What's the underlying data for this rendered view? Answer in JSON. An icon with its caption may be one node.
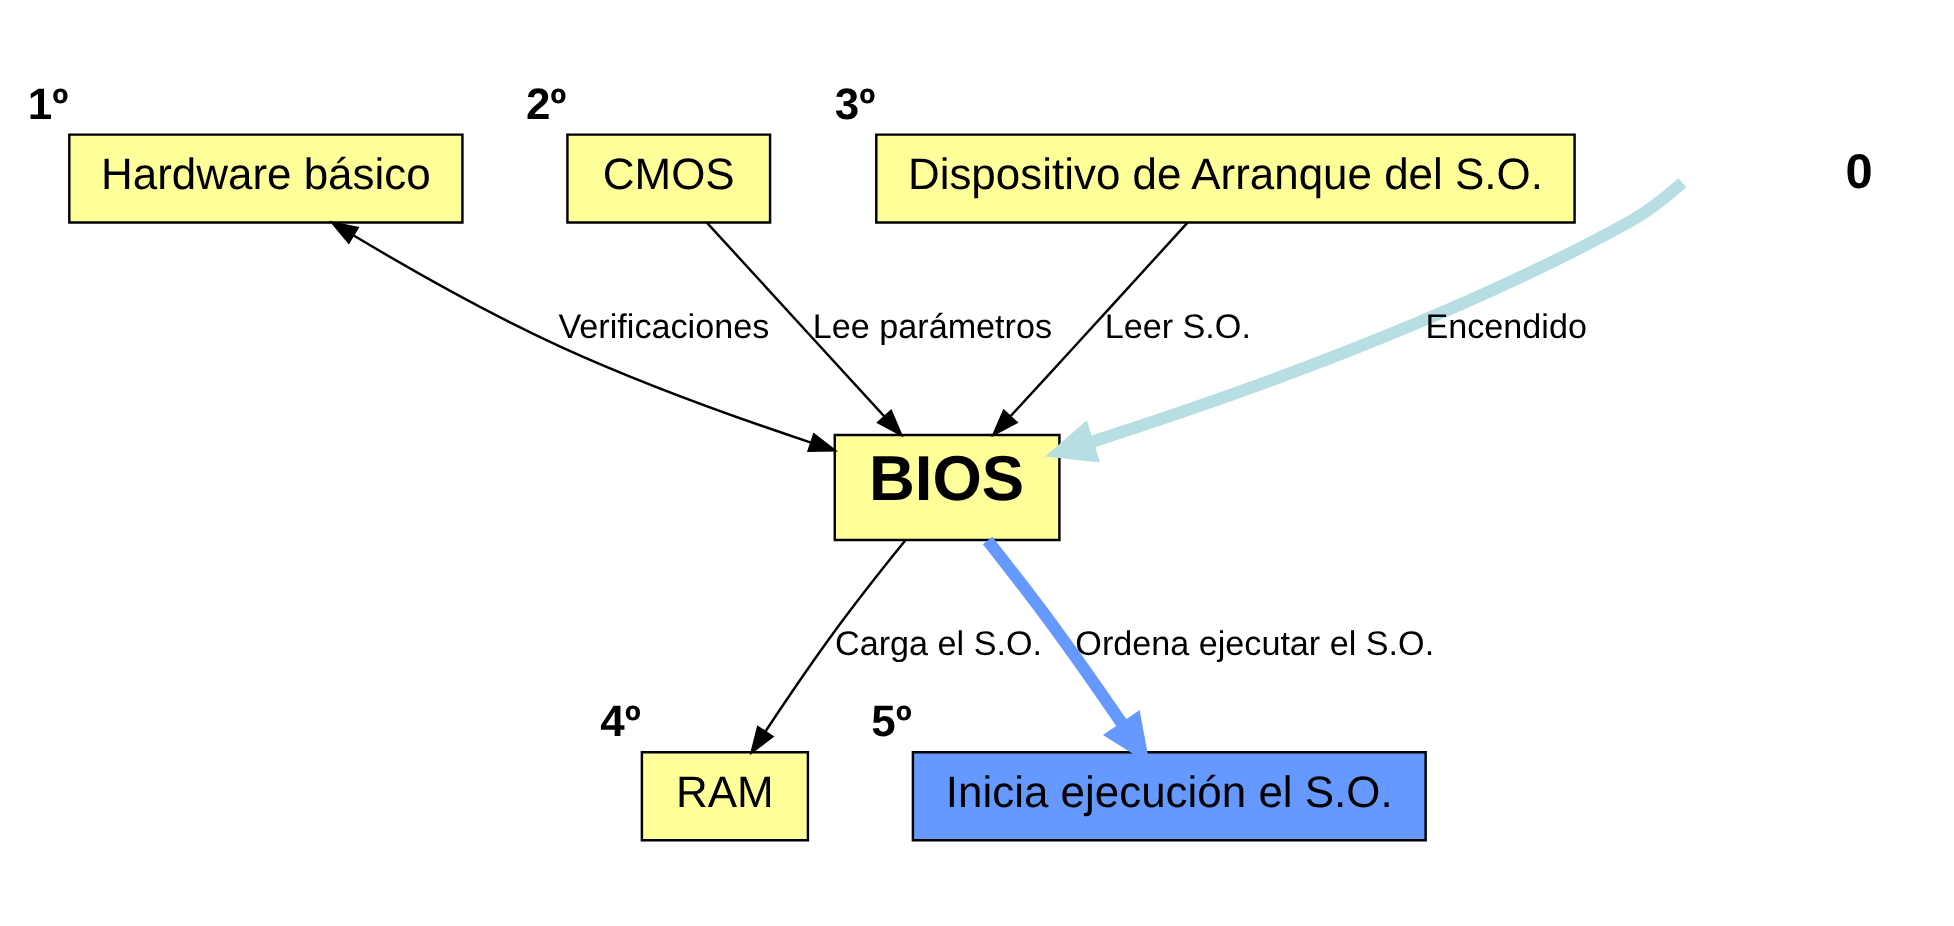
{
  "diagram": {
    "nodes": [
      {
        "text": [
          "Hardware básico"
        ],
        "beside": [
          "1º"
        ]
      },
      {
        "text": [
          "CMOS"
        ],
        "beside": [
          "2º"
        ]
      },
      {
        "text": [
          "Dispositivo de Arranque del S.O."
        ],
        "beside": [
          "3º"
        ]
      },
      {
        "text": [
          "BIOS"
        ]
      },
      {
        "text": [
          "RAM"
        ],
        "beside": [
          "4º"
        ]
      },
      {
        "text": [
          "Inicia ejecución el S.O."
        ],
        "beside": [
          "5º"
        ]
      }
    ],
    "edges": [
      {
        "from": 0,
        "to": 3,
        "arrow": "both",
        "label": "Verificaciones"
      },
      {
        "from": 1,
        "to": 3,
        "arrow": "to",
        "label": "Lee parámetros"
      },
      {
        "from": 2,
        "to": 3,
        "arrow": "to",
        "label": "Leer S.O."
      },
      {
        "from": null,
        "to": 3,
        "arrow": "to",
        "label": "Encendido",
        "style": "thick",
        "color": "#b7dfe3"
      },
      {
        "from": 3,
        "to": 4,
        "arrow": "to",
        "label": "Carga el S.O."
      },
      {
        "from": 3,
        "to": 5,
        "arrow": "to",
        "label": "Ordena ejecutar el S.O.",
        "style": "thick",
        "color": "#6699ff"
      }
    ],
    "labels": [
      "0"
    ]
  }
}
